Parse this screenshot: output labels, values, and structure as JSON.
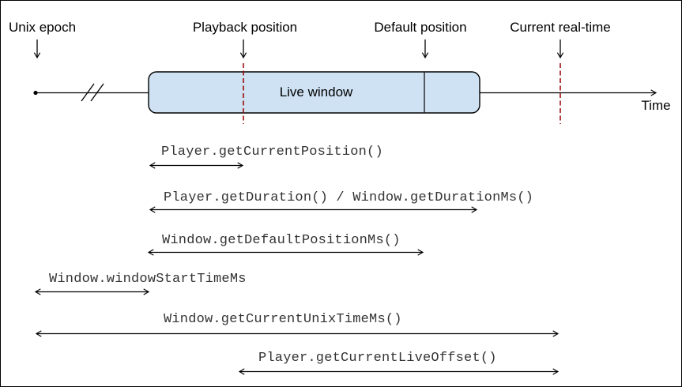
{
  "labels": {
    "unix_epoch": "Unix epoch",
    "playback_position": "Playback position",
    "default_position": "Default position",
    "current_real_time": "Current real-time",
    "live_window": "Live window",
    "time_axis": "Time"
  },
  "measurements": [
    {
      "label": "Player.getCurrentPosition()"
    },
    {
      "label": "Player.getDuration() / Window.getDurationMs()"
    },
    {
      "label": "Window.getDefaultPositionMs()"
    },
    {
      "label": "Window.windowStartTimeMs"
    },
    {
      "label": "Window.getCurrentUnixTimeMs()"
    },
    {
      "label": "Player.getCurrentLiveOffset()"
    }
  ],
  "colors": {
    "live_window_fill": "#cfe2f3",
    "marker_line": "#990000",
    "line": "#000000"
  }
}
